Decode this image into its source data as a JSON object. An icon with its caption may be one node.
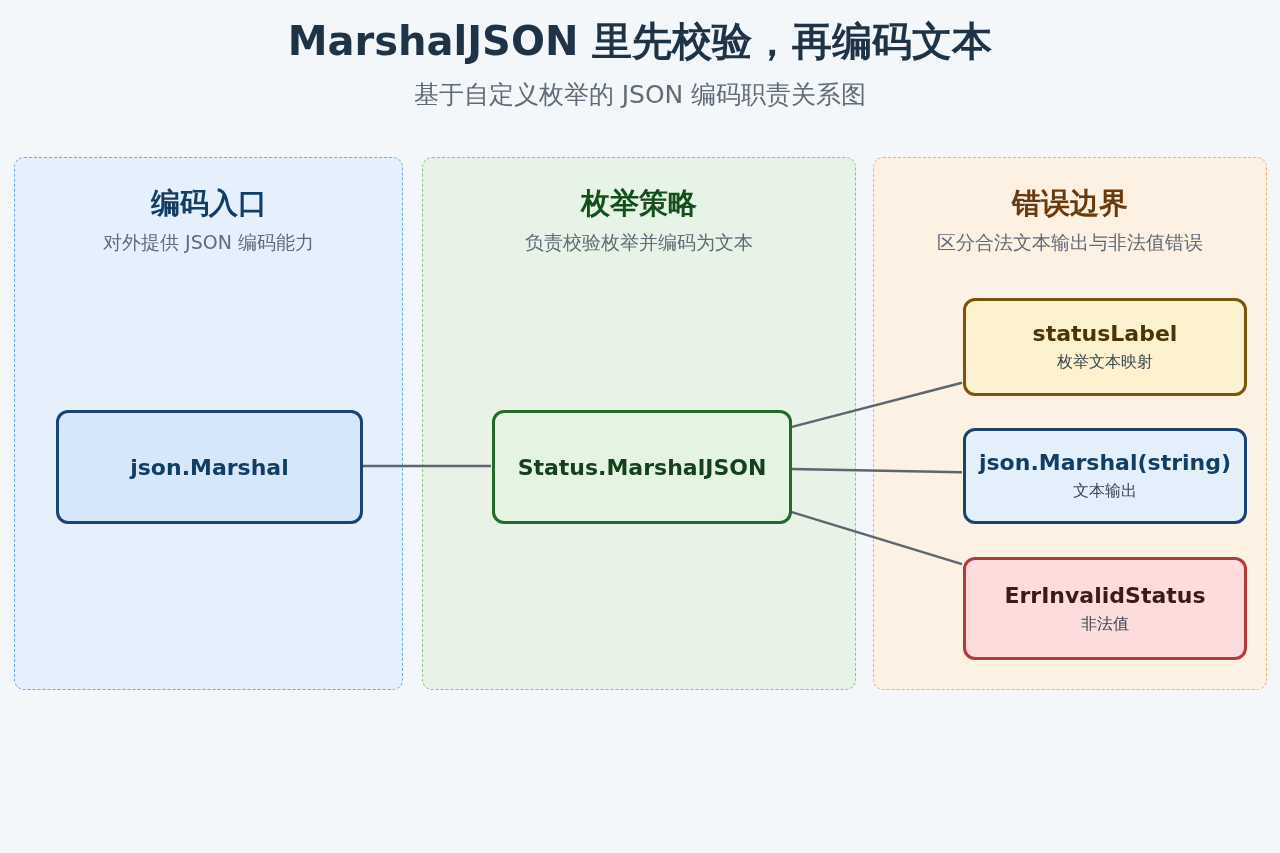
{
  "diagram": {
    "title": "MarshalJSON 里先校验，再编码文本",
    "caption": "基于自定义枚举的 JSON 编码职责关系图",
    "nodes": [
      {
        "text": [
          "编码入口",
          "对外提供 JSON 编码能力"
        ]
      },
      {
        "text": [
          "json.Marshal"
        ],
        "in": 0
      },
      {
        "text": [
          "枚举策略",
          "负责校验枚举并编码为文本"
        ]
      },
      {
        "text": [
          "Status.MarshalJSON"
        ],
        "in": 2
      },
      {
        "text": [
          "错误边界",
          "区分合法文本输出与非法值错误"
        ]
      },
      {
        "text": [
          "statusLabel",
          "枚举文本映射"
        ],
        "in": 4
      },
      {
        "text": [
          "json.Marshal(string)",
          "文本输出"
        ],
        "in": 4
      },
      {
        "text": [
          "ErrInvalidStatus",
          "非法值"
        ],
        "in": 4
      }
    ],
    "edges": [
      {
        "from": 1,
        "to": 3,
        "arrow": "none"
      },
      {
        "from": 3,
        "to": 5,
        "arrow": "none"
      },
      {
        "from": 3,
        "to": 6,
        "arrow": "none"
      },
      {
        "from": 3,
        "to": 7,
        "arrow": "none"
      }
    ]
  }
}
